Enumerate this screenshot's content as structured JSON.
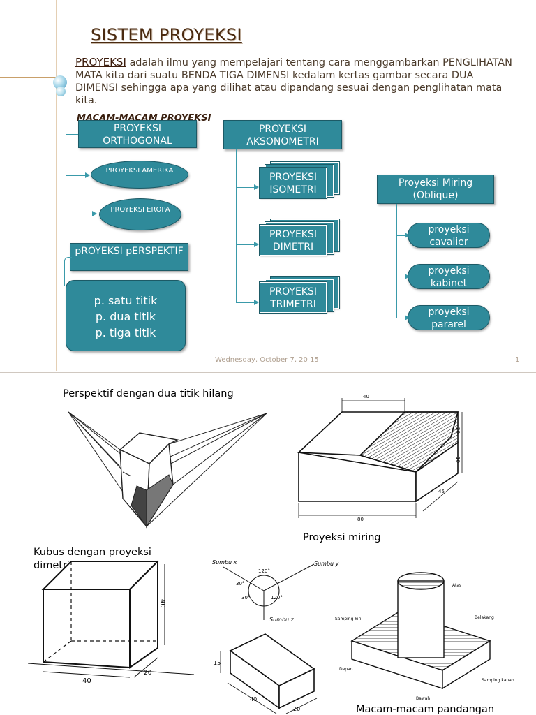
{
  "slide": {
    "title": "SISTEM PROYEKSI",
    "intro_keyword": "PROYEKSI",
    "intro_text": " adalah ilmu yang mempelajari tentang cara menggambarkan PENGLIHATAN MATA kita dari suatu BENDA TIGA DIMENSI kedalam kertas gambar secara DUA DIMENSI sehingga apa yang dilihat atau dipandang sesuai dengan penglihatan mata kita.",
    "subheading": "MACAM-MACAM PROYEKSI",
    "orthogonal": {
      "label": "PROYEKSI ORTHOGONAL",
      "children": [
        "PROYEKSI AMERIKA",
        "PROYEKSI EROPA"
      ]
    },
    "perspektif": {
      "label": "pROYEKSI pERSPEKTIF",
      "children": [
        "p. satu titik",
        "p. dua titik",
        "p. tiga titik"
      ]
    },
    "aksonometri": {
      "label": "PROYEKSI AKSONOMETRI",
      "children": [
        "PROYEKSI ISOMETRI",
        "PROYEKSI DIMETRI",
        "PROYEKSI TRIMETRI"
      ]
    },
    "miring": {
      "label": "Proyeksi Miring (Oblique)",
      "children": [
        "proyeksi cavalier",
        "proyeksi kabinet",
        "proyeksi pararel"
      ]
    },
    "footer_date": "Wednesday, October 7, 20 15",
    "page_number": "1"
  },
  "figures": {
    "caption_perspektif": "Perspektif dengan dua titik hilang",
    "caption_miring": "Proyeksi miring",
    "caption_kubus": "Kubus dengan proyeksi dimetris",
    "caption_pandangan": "Macam-macam pandangan",
    "oblique_dims": {
      "top": "40",
      "right_top": "20",
      "right_mid": "10",
      "depth": "45",
      "bottom": "80"
    },
    "cube_dims": {
      "height": "40",
      "width": "40",
      "depth": "20"
    },
    "axis_labels": {
      "sumbu_x": "Sumbu x",
      "sumbu_y": "Sumbu y",
      "sumbu_z": "Sumbu z",
      "angle": "120°",
      "a1": "30°",
      "a2": "30°",
      "a3": "120°"
    },
    "box_dims": {
      "height": "15",
      "length": "40",
      "width": "20"
    },
    "views": {
      "atas": "Atas",
      "samping_kiri": "Samping kiri",
      "belakang": "Belakang",
      "depan": "Depan",
      "samping_kanan": "Samping kanan",
      "bawah": "Bawah"
    }
  }
}
